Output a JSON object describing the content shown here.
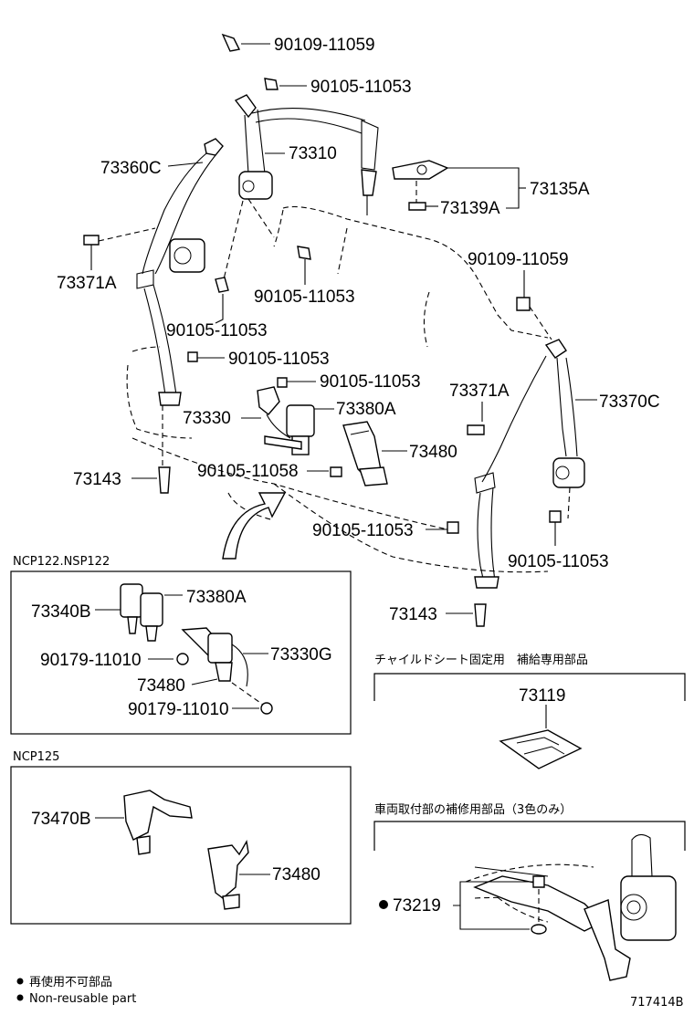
{
  "labels": {
    "p90109_top": "90109-11059",
    "p90105_a": "90105-11053",
    "p73360C": "73360C",
    "p73310": "73310",
    "p73135A": "73135A",
    "p73139A": "73139A",
    "p73371A_left": "73371A",
    "p90109_right": "90109-11059",
    "p90105_b": "90105-11053",
    "p90105_c": "90105-11053",
    "p90105_d": "90105-11053",
    "p90105_e": "90105-11053",
    "p73330": "73330",
    "p73380A": "73380A",
    "p73371A_right": "73371A",
    "p73370C": "73370C",
    "p73480": "73480",
    "p73143_left": "73143",
    "p90105_11058": "90105-11058",
    "p90105_f": "90105-11053",
    "p90105_g": "90105-11053",
    "p73143_right": "73143"
  },
  "ncp122_box": {
    "title": "NCP122.NSP122",
    "p73340B": "73340B",
    "p73380A": "73380A",
    "p90179_a": "90179-11010",
    "p73330G": "73330G",
    "p73480": "73480",
    "p90179_b": "90179-11010"
  },
  "child_seat": {
    "title": "チャイルドシート固定用　補給専用部品",
    "p73119": "73119"
  },
  "ncp125_box": {
    "title": "NCP125",
    "p73470B": "73470B",
    "p73480": "73480"
  },
  "repair": {
    "title": "車両取付部の補修用部品（3色のみ）",
    "p73219": "73219"
  },
  "legend": {
    "jp": "再使用不可部品",
    "en": "Non-reusable part"
  },
  "figure_id": "717414B"
}
